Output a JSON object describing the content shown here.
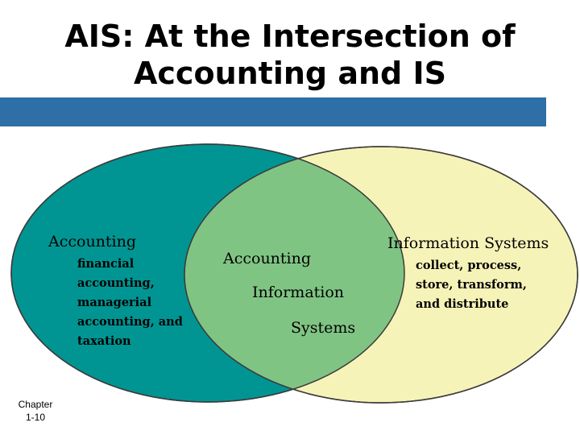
{
  "title": {
    "line1": "AIS: At the Intersection of",
    "line2": "Accounting and IS"
  },
  "colors": {
    "band": "#2e6fa7",
    "accounting_circle": "#009593",
    "is_circle": "#f6f3b8",
    "intersection": "#80c484"
  },
  "venn": {
    "left": {
      "label": "Accounting",
      "description": [
        "financial",
        "accounting,",
        "managerial",
        "accounting, and",
        "taxation"
      ]
    },
    "intersection": {
      "lines": [
        "Accounting",
        "Information",
        "Systems"
      ]
    },
    "right": {
      "label": "Information Systems",
      "description": [
        "collect, process,",
        "store, transform,",
        "and distribute"
      ]
    }
  },
  "footer": {
    "chapter_label": "Chapter",
    "chapter_number": "1-10"
  }
}
